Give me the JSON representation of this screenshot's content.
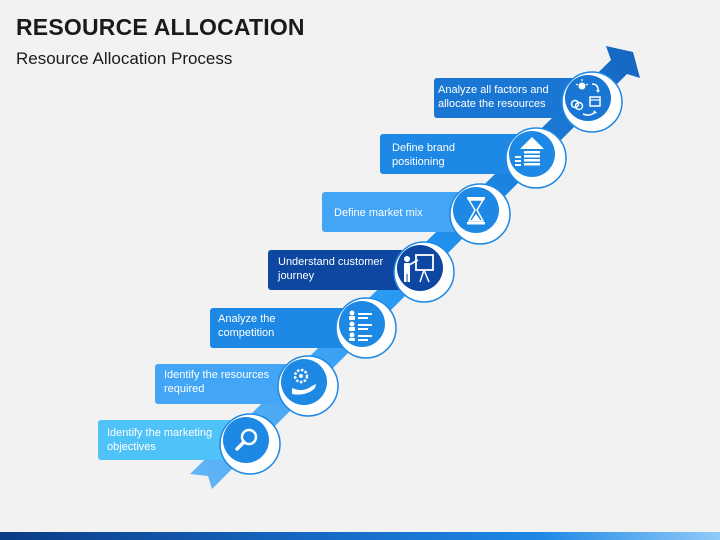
{
  "header": {
    "title": "RESOURCE ALLOCATION",
    "subtitle": "Resource Allocation Process"
  },
  "colors": {
    "background": "#f2f2f2",
    "arrow": "#1e88e5",
    "step_1": "#4fc3f7",
    "step_2": "#42a5f5",
    "step_3": "#1e88e5",
    "step_4": "#0d47a1",
    "step_5": "#1976d2",
    "step_6": "#42a5f5",
    "step_7": "#1e88e5",
    "icon_circle": "#1e88e5"
  },
  "steps": [
    {
      "label": "Identify the marketing objectives",
      "icon": "search-icon"
    },
    {
      "label": "Identify the resources required",
      "icon": "hand-gear-icon"
    },
    {
      "label": "Analyze the competition",
      "icon": "people-list-icon"
    },
    {
      "label": "Understand customer journey",
      "icon": "presenter-board-icon"
    },
    {
      "label": "Define market mix",
      "icon": "hourglass-icon"
    },
    {
      "label": "Define brand positioning",
      "icon": "growth-arrow-icon"
    },
    {
      "label": "Analyze all factors and allocate the resources",
      "icon": "idea-cycle-icon"
    }
  ]
}
